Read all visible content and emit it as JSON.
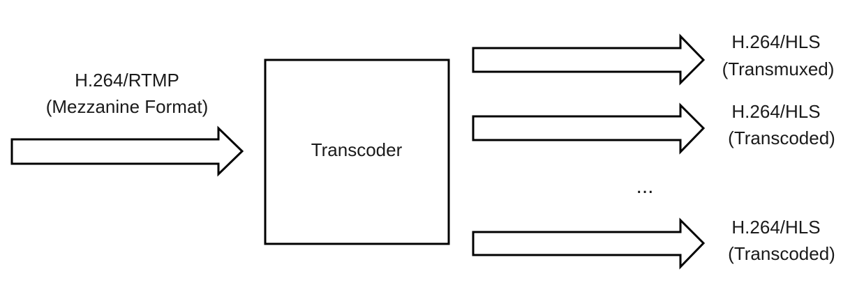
{
  "input": {
    "line1": "H.264/RTMP",
    "line2": "(Mezzanine Format)"
  },
  "transcoder": {
    "label": "Transcoder"
  },
  "outputs": [
    {
      "line1": "H.264/HLS",
      "line2": "(Transmuxed)"
    },
    {
      "line1": "H.264/HLS",
      "line2": "(Transcoded)"
    },
    {
      "line1": "H.264/HLS",
      "line2": "(Transcoded)"
    }
  ],
  "ellipsis": "..."
}
